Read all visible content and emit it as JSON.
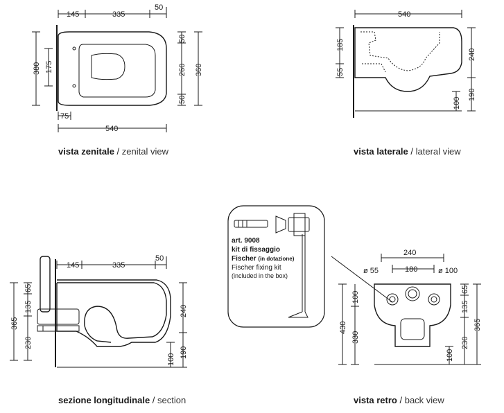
{
  "captions": {
    "zenital": {
      "it": "vista zenitale",
      "sep": " / ",
      "en": "zenital view"
    },
    "lateral": {
      "it": "vista laterale",
      "sep": " / ",
      "en": "lateral view"
    },
    "section": {
      "it": "sezione longitudinale",
      "sep": " / ",
      "en": "section"
    },
    "back": {
      "it": "vista retro",
      "sep": " / ",
      "en": "back view"
    }
  },
  "zenital_dims": {
    "d145": "145",
    "d335": "335",
    "d50": "50",
    "d380": "380",
    "d175": "175",
    "d50b": "50",
    "d260": "260",
    "d360": "360",
    "d50c": "50",
    "d75": "75",
    "d540": "540"
  },
  "lateral_dims": {
    "d540": "540",
    "d185": "185",
    "d55": "55",
    "d240": "240",
    "d190": "190",
    "d100": "100"
  },
  "section_dims": {
    "d145": "145",
    "d335": "335",
    "d50": "50",
    "d65": "65",
    "d135": "135",
    "d365": "365",
    "d230": "230",
    "d240": "240",
    "d100": "100",
    "d190": "190"
  },
  "back_dims": {
    "d240": "240",
    "d180": "180",
    "d55": "ø 55",
    "d100dia": "ø 100",
    "d100": "100",
    "d430": "430",
    "d330": "330",
    "d65": "65",
    "d135": "135",
    "d365": "365",
    "d230": "230",
    "d100b": "100"
  },
  "kit": {
    "art": "art. 9008",
    "line1": "kit di fissaggio",
    "line2": "Fischer",
    "line2b": "(in dotazione)",
    "line3": "Fischer fixing kit",
    "line4": "(included in the box)"
  }
}
